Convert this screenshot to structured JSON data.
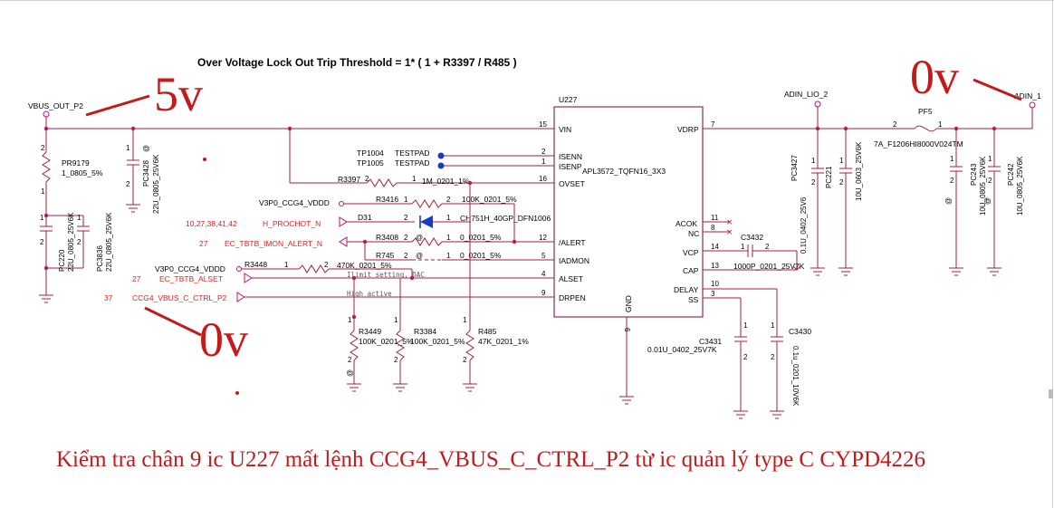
{
  "formula": "Over Voltage Lock Out Trip Threshold = 1* ( 1 + R3397 / R485 )",
  "annotations": {
    "v_left": "5v",
    "v_right": "0v",
    "v_bottom": "0v"
  },
  "caption": "Kiểm tra chân 9 ic U227 mất lệnh CCG4_VBUS_C_CTRL_P2 từ ic quản lý type C CYPD4226",
  "ic": {
    "ref": "U227",
    "part": "APL3572_TQFN16_3X3",
    "gnd_label": "GND",
    "gnd_pin": "6",
    "left_pins": [
      {
        "name": "VIN",
        "num": "15"
      },
      {
        "name": "ISENN",
        "num": "2"
      },
      {
        "name": "ISENP",
        "num": "1"
      },
      {
        "name": "OVSET",
        "num": "16"
      },
      {
        "name": "/ALERT",
        "num": "12"
      },
      {
        "name": "IADMON",
        "num": "5"
      },
      {
        "name": "ALSET",
        "num": "4"
      },
      {
        "name": "DRPEN",
        "num": "9"
      }
    ],
    "right_pins": [
      {
        "name": "VDRP",
        "num": "7"
      },
      {
        "name": "ACOK",
        "num": "11"
      },
      {
        "name": "NC",
        "num": "8"
      },
      {
        "name": "VCP",
        "num": "14"
      },
      {
        "name": "CAP",
        "num": "13"
      },
      {
        "name": "DELAY",
        "num": "10"
      },
      {
        "name": "SS",
        "num": "3"
      }
    ]
  },
  "nets": {
    "vbus_out": "VBUS_OUT_P2",
    "adin_lio": "ADIN_LIO_2",
    "adin_1": "ADIN_1",
    "v3p0_a": "V3P0_CCG4_VDDD",
    "v3p0_b": "V3P0_CCG4_VDDD",
    "prochot": "H_PROCHOT_N",
    "prochot_pages": "10,27,38,41,42",
    "imon": "EC_TBTB_IMON_ALERT_N",
    "imon_page": "27",
    "alset": "EC_TBTB_ALSET",
    "alset_page": "27",
    "drpen": "CCG4_VBUS_C_CTRL_P2",
    "drpen_page": "37",
    "tp1004": "TP1004",
    "tp1005": "TP1005",
    "testpad_a": "TESTPAD",
    "testpad_b": "TESTPAD",
    "note_alset": "Ilimit setting, DAC",
    "note_drpen": "High active"
  },
  "parts": {
    "pr9179": {
      "ref": "PR9179",
      "val": "1_0805_5%",
      "p1": "2",
      "p2": "1"
    },
    "pc3428": {
      "ref": "PC3428",
      "val": "22U_0805_25V6K",
      "at": "@",
      "p1": "1",
      "p2": "2"
    },
    "pc220": {
      "ref": "PC220",
      "val": "22U_0805_25V6K",
      "p1": "1",
      "p2": "2"
    },
    "pc3836": {
      "ref": "PC3836",
      "val": "22U_0805_25V6K",
      "p1": "1",
      "p2": "2"
    },
    "r3397": {
      "ref": "R3397",
      "val": "1M_0201_1%",
      "p1": "2",
      "p2": "1"
    },
    "r3416": {
      "ref": "R3416",
      "val": "100K_0201_5%",
      "p1": "1",
      "p2": "2"
    },
    "d31": {
      "ref": "D31",
      "val": "CH751H_40GP_DFN1006",
      "p1": "2",
      "p2": "1"
    },
    "r3408": {
      "ref": "R3408",
      "val": "0_0201_5%",
      "at": "@",
      "p1": "2",
      "p2": "1"
    },
    "r745": {
      "ref": "R745",
      "val": "0_0201_5%",
      "at": "@",
      "p1": "2",
      "p2": "1"
    },
    "r3448": {
      "ref": "R3448",
      "val": "470K_0201_5%",
      "p1": "1",
      "p2": "2"
    },
    "r3449": {
      "ref": "R3449",
      "val": "100K_0201_5%",
      "at": "@",
      "p1": "1",
      "p2": "2"
    },
    "r3384": {
      "ref": "R3384",
      "val": "100K_0201_5%",
      "p1": "1",
      "p2": "2"
    },
    "r485": {
      "ref": "R485",
      "val": "47K_0201_1%",
      "p1": "1",
      "p2": "2"
    },
    "c3432": {
      "ref": "C3432",
      "val": "1000P_0201_25V7K",
      "p1": "1",
      "p2": "2"
    },
    "c3431": {
      "ref": "C3431",
      "val": "0.01U_0402_25V7K",
      "p1": "1",
      "p2": "2"
    },
    "c3430": {
      "ref": "C3430",
      "val": "0.1u_0201_10V6K",
      "p1": "1",
      "p2": "2"
    },
    "pf5": {
      "ref": "PF5",
      "val": "7A_F1206HI8000V024TM",
      "p1": "2",
      "p2": "1"
    },
    "pc3427": {
      "ref": "PC3427",
      "val": "0.1U_0402_25V6",
      "p1": "1",
      "p2": "2"
    },
    "pc221": {
      "ref": "PC221",
      "val": "10U_0603_25V6K",
      "p1": "1",
      "p2": "2"
    },
    "pc243": {
      "ref": "PC243",
      "val": "10U_0805_25V6K",
      "at": "@",
      "p1": "1",
      "p2": "2"
    },
    "pc242": {
      "ref": "PC242",
      "val": "10U_0805_25V6K",
      "at": "@",
      "p1": "1",
      "p2": "2"
    }
  }
}
